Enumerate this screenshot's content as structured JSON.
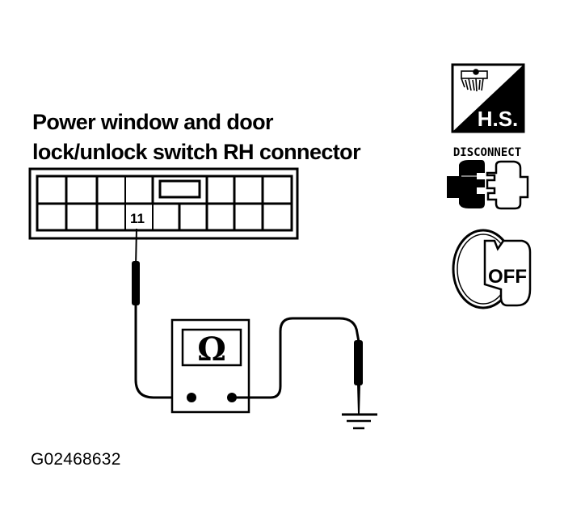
{
  "title": {
    "line1": "Power window and door",
    "line2": "lock/unlock switch RH connector"
  },
  "connector": {
    "name": "Power window and door lock/unlock switch RH connector",
    "rows": 2,
    "columns": 9,
    "highlighted_pin": "11"
  },
  "meter": {
    "symbol": "Ω",
    "mode": "ohmmeter"
  },
  "icons": {
    "hs": {
      "label": "H.S.",
      "semantic": "harness-side-icon"
    },
    "disconnect": {
      "label": "DISCONNECT",
      "semantic": "disconnect-connector-icon"
    },
    "ignition": {
      "label": "OFF",
      "semantic": "ignition-key-off-icon"
    }
  },
  "ground": {
    "semantic": "ground-icon"
  },
  "caption": "G02468632"
}
